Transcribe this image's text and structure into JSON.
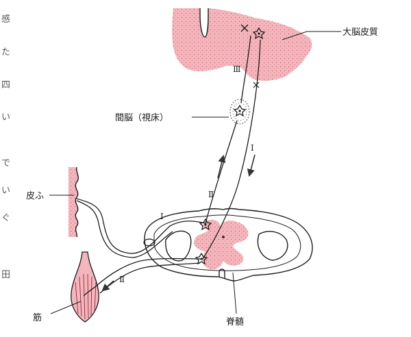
{
  "colors": {
    "tissue_pink": "#f4b6bc",
    "stipple": "#c0485a",
    "line": "#1a1a1a"
  },
  "labels": {
    "cortex": "大脳皮質",
    "thalamus": "間脳（視床）",
    "skin": "皮ふ",
    "muscle": "筋",
    "spinal_cord": "脊髄"
  },
  "neuron_numerals": {
    "third_order": "Ⅲ",
    "descending": "Ⅰ",
    "second_order": "Ⅱ",
    "dorsal_root": "Ⅰ",
    "ventral_root": "Ⅱ"
  },
  "margin_text": [
    "感",
    "た",
    "四",
    "い",
    "で",
    "い",
    "ぐ",
    "田"
  ]
}
